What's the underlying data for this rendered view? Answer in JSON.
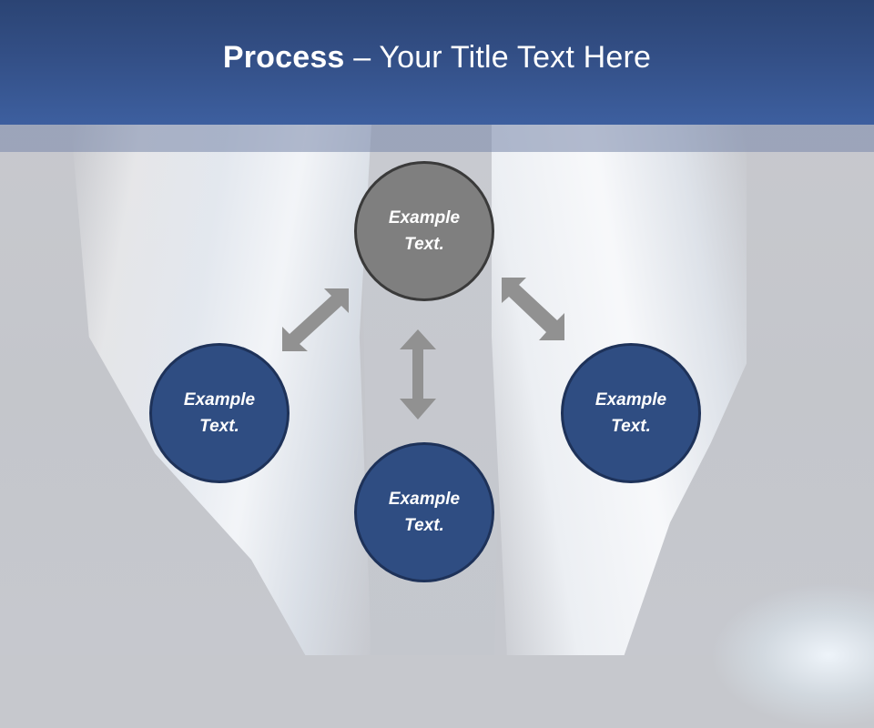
{
  "slide": {
    "title_bold": "Process",
    "title_rest": " – Your Title Text Here"
  },
  "diagram": {
    "nodes": [
      {
        "id": "top",
        "label": "Example Text.",
        "color": "#7f7f7f"
      },
      {
        "id": "left",
        "label": "Example Text.",
        "color": "#2f4d82"
      },
      {
        "id": "bottom",
        "label": "Example Text.",
        "color": "#2f4d82"
      },
      {
        "id": "right",
        "label": "Example Text.",
        "color": "#2f4d82"
      }
    ],
    "connectors": [
      {
        "from": "top",
        "to": "left",
        "type": "double-arrow"
      },
      {
        "from": "top",
        "to": "bottom",
        "type": "double-arrow"
      },
      {
        "from": "top",
        "to": "right",
        "type": "double-arrow"
      }
    ],
    "colors": {
      "header": "#334f86",
      "arrow": "#8f8f8f",
      "accent_blue": "#2f4d82",
      "accent_gray": "#7f7f7f"
    }
  }
}
